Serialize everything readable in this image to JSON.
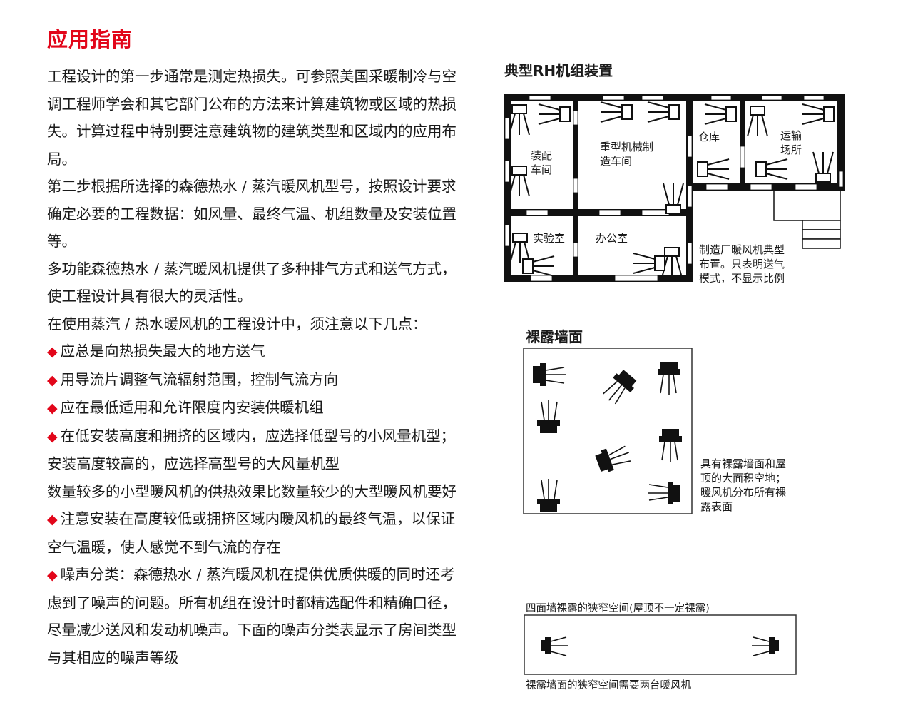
{
  "header": {
    "title": "应用指南"
  },
  "body": {
    "paragraphs": [
      "工程设计的第一步通常是测定热损失。可参照美国采暖制冷与空调工程师学会和其它部门公布的方法来计算建筑物或区域的热损失。计算过程中特别要注意建筑物的建筑类型和区域内的应用布局。",
      "第二步根据所选择的森德热水 / 蒸汽暖风机型号，按照设计要求确定必要的工程数据：如风量、最终气温、机组数量及安装位置等。",
      "多功能森德热水 / 蒸汽暖风机提供了多种排气方式和送气方式，使工程设计具有很大的灵活性。",
      "在使用蒸汽 / 热水暖风机的工程设计中，须注意以下几点："
    ],
    "bullet_icon": "red-diamond-icon",
    "bullet_glyph": "◆",
    "bullets": [
      "应总是向热损失最大的地方送气",
      "用导流片调整气流辐射范围，控制气流方向",
      "应在最低适用和允许限度内安装供暖机组",
      "在低安装高度和拥挤的区域内，应选择低型号的小风量机型；安装高度较高的，应选择高型号的大风量机型"
    ],
    "note": "数量较多的小型暖风机的供热效果比数量较少的大型暖风机要好",
    "bullets_2": [
      "注意安装在高度较低或拥挤区域内暖风机的最终气温，以保证空气温暖，使人感觉不到气流的存在",
      "噪声分类：森德热水 / 蒸汽暖风机在提供优质供暖的同时还考虑到了噪声的问题。所有机组在设计时都精选配件和精确口径，尽量减少送风和发动机噪声。下面的噪声分类表显示了房间类型与其相应的噪声等级"
    ]
  },
  "diagram_plant": {
    "title": "典型RH机组装置",
    "rooms": {
      "assembly": [
        "装配",
        "车间"
      ],
      "heavy": [
        "重型机械制",
        "造车间"
      ],
      "warehouse": "仓库",
      "shipping": [
        "运输",
        "场所"
      ],
      "lab": "实验室",
      "office": "办公室"
    },
    "caption": [
      "制造厂暖风机典型",
      "布置。只表明送气",
      "模式，不显示比例"
    ]
  },
  "diagram_exposed": {
    "title": "裸露墙面",
    "caption": [
      "具有裸露墙面和屋",
      "顶的大面积空地；",
      "暖风机分布所有裸",
      "露表面"
    ]
  },
  "diagram_narrow": {
    "title": "四面墙裸露的狭窄空间(屋顶不一定裸露)",
    "caption": "裸露墙面的狭窄空间需要两台暖风机"
  },
  "colors": {
    "accent": "#e2061a",
    "text": "#1a1a1a",
    "wall": "#111111"
  }
}
